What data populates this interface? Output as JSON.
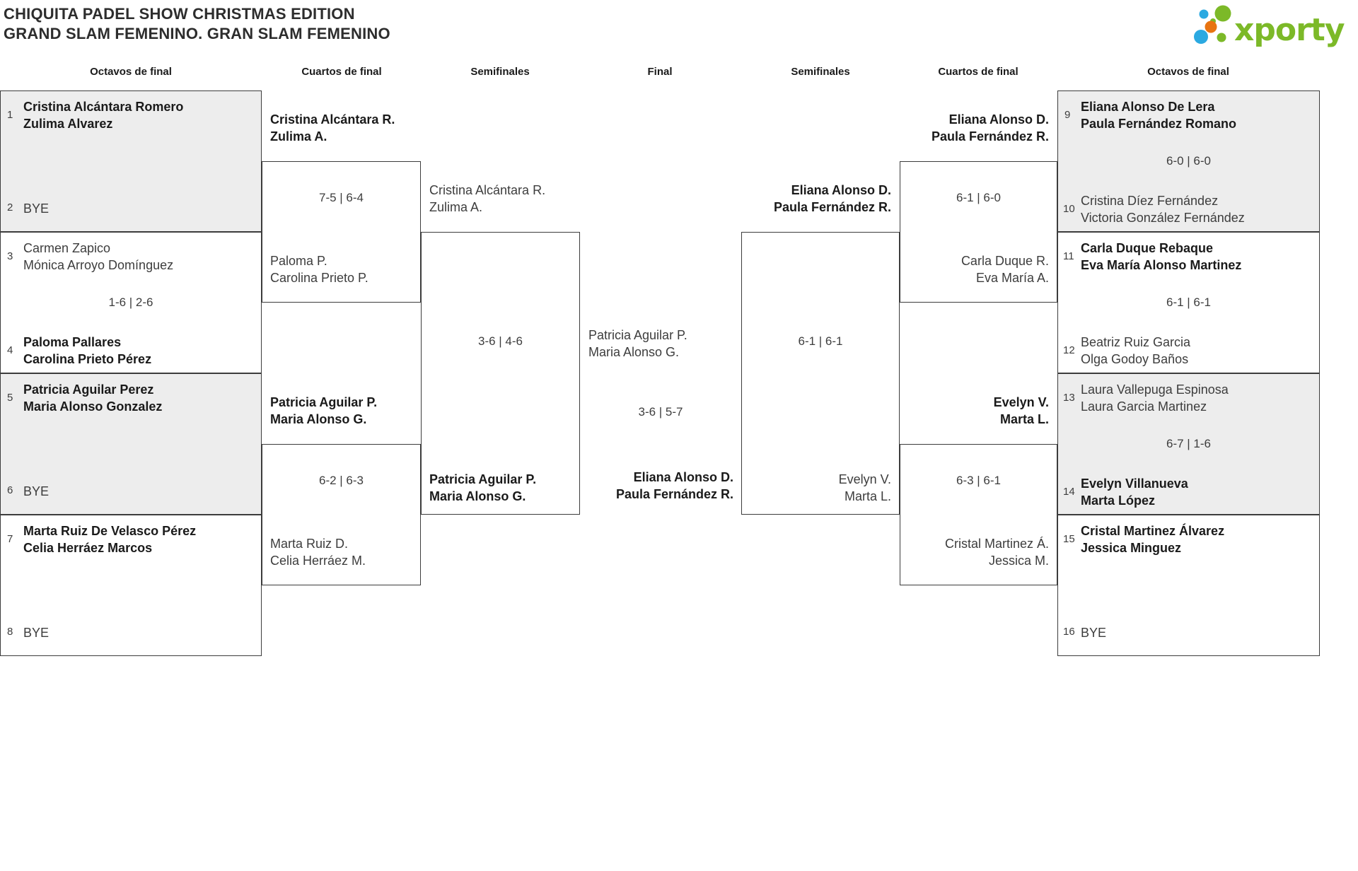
{
  "title": {
    "line1": "CHIQUITA PADEL SHOW CHRISTMAS EDITION",
    "line2": "GRAND SLAM FEMENINO. GRAN SLAM FEMENINO"
  },
  "logo": {
    "text": "xporty",
    "green": "#7cb928",
    "blue": "#2ba9e1",
    "orange": "#e87411"
  },
  "columns": [
    "Octavos de final",
    "Cuartos de final",
    "Semifinales",
    "Final",
    "Semifinales",
    "Cuartos de final",
    "Octavos de final"
  ],
  "bracket": {
    "octavos_left": [
      {
        "seed1": "1",
        "team1": [
          "Cristina Alcántara Romero",
          "Zulima Alvarez"
        ],
        "seed2": "2",
        "team2": [
          "BYE"
        ]
      },
      {
        "seed1": "3",
        "team1": [
          "Carmen Zapico",
          "Mónica Arroyo Domínguez"
        ],
        "score": "1-6 | 2-6",
        "seed2": "4",
        "team2": [
          "Paloma Pallares",
          "Carolina Prieto Pérez"
        ]
      },
      {
        "seed1": "5",
        "team1": [
          "Patricia Aguilar Perez",
          "Maria Alonso Gonzalez"
        ],
        "seed2": "6",
        "team2": [
          "BYE"
        ]
      },
      {
        "seed1": "7",
        "team1": [
          "Marta Ruiz De Velasco Pérez",
          "Celia Herráez Marcos"
        ],
        "seed2": "8",
        "team2": [
          "BYE"
        ]
      }
    ],
    "cuartos_left": [
      {
        "team1": [
          "Cristina Alcántara R.",
          "Zulima A."
        ],
        "score": "7-5 | 6-4",
        "team2": [
          "Paloma P.",
          "Carolina Prieto P."
        ]
      },
      {
        "team1": [
          "Patricia Aguilar P.",
          "Maria Alonso G."
        ],
        "score": "6-2 | 6-3",
        "team2": [
          "Marta Ruiz D.",
          "Celia Herráez M."
        ]
      }
    ],
    "semifinal_left": {
      "team1": [
        "Cristina Alcántara R.",
        "Zulima A."
      ],
      "score": "3-6 | 4-6",
      "team2": [
        "Patricia Aguilar P.",
        "Maria Alonso G."
      ]
    },
    "final": {
      "team1": [
        "Patricia Aguilar P.",
        "Maria Alonso G."
      ],
      "score": "3-6 | 5-7",
      "team2": [
        "Eliana Alonso D.",
        "Paula Fernández R."
      ]
    },
    "semifinal_right": {
      "team1": [
        "Eliana Alonso D.",
        "Paula Fernández R."
      ],
      "score": "6-1 | 6-1",
      "team2": [
        "Evelyn V.",
        "Marta L."
      ]
    },
    "cuartos_right": [
      {
        "team1": [
          "Eliana Alonso D.",
          "Paula Fernández R."
        ],
        "score": "6-1 | 6-0",
        "team2": [
          "Carla Duque R.",
          "Eva María A."
        ]
      },
      {
        "team1": [
          "Evelyn V.",
          "Marta L."
        ],
        "score": "6-3 | 6-1",
        "team2": [
          "Cristal Martinez Á.",
          "Jessica M."
        ]
      }
    ],
    "octavos_right": [
      {
        "seed1": "9",
        "team1": [
          "Eliana Alonso De Lera",
          "Paula Fernández Romano"
        ],
        "score": "6-0 | 6-0",
        "seed2": "10",
        "team2": [
          "Cristina Díez Fernández",
          "Victoria González Fernández"
        ]
      },
      {
        "seed1": "11",
        "team1": [
          "Carla Duque Rebaque",
          "Eva María Alonso Martinez"
        ],
        "score": "6-1 | 6-1",
        "seed2": "12",
        "team2": [
          "Beatriz Ruiz Garcia",
          "Olga Godoy Baños"
        ]
      },
      {
        "seed1": "13",
        "team1": [
          "Laura Vallepuga Espinosa",
          "Laura Garcia Martinez"
        ],
        "score": "6-7 | 1-6",
        "seed2": "14",
        "team2": [
          "Evelyn Villanueva",
          "Marta López"
        ]
      },
      {
        "seed1": "15",
        "team1": [
          "Cristal Martinez Álvarez",
          "Jessica Minguez"
        ],
        "seed2": "16",
        "team2": [
          "BYE"
        ]
      }
    ]
  }
}
